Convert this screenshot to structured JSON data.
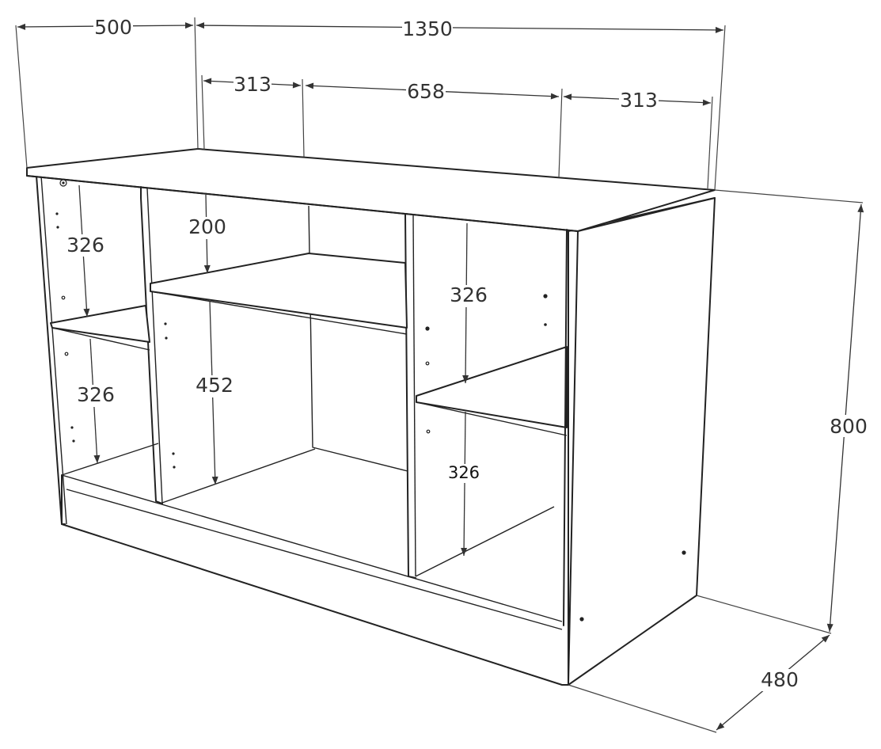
{
  "drawing": {
    "top_width_outer": "500",
    "top_width_total": "1350",
    "section_left": "313",
    "section_middle": "658",
    "section_right": "313",
    "height_total": "800",
    "depth": "480",
    "left_upper_gap": "326",
    "left_lower_gap": "326",
    "middle_upper_gap": "200",
    "middle_lower_gap": "452",
    "right_upper_gap": "326",
    "right_lower_gap": "326"
  }
}
